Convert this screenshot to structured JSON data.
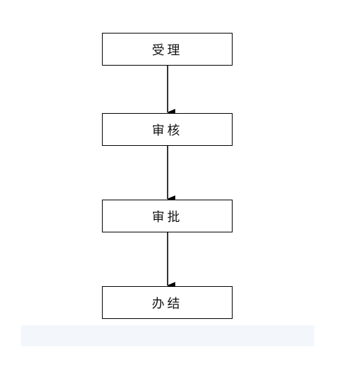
{
  "flowchart": {
    "steps": [
      {
        "label": "受理"
      },
      {
        "label": "审核"
      },
      {
        "label": "审批"
      },
      {
        "label": "办结"
      }
    ],
    "colors": {
      "box_border": "#000000",
      "arrow": "#000000",
      "band": "#f3f7fc"
    }
  }
}
